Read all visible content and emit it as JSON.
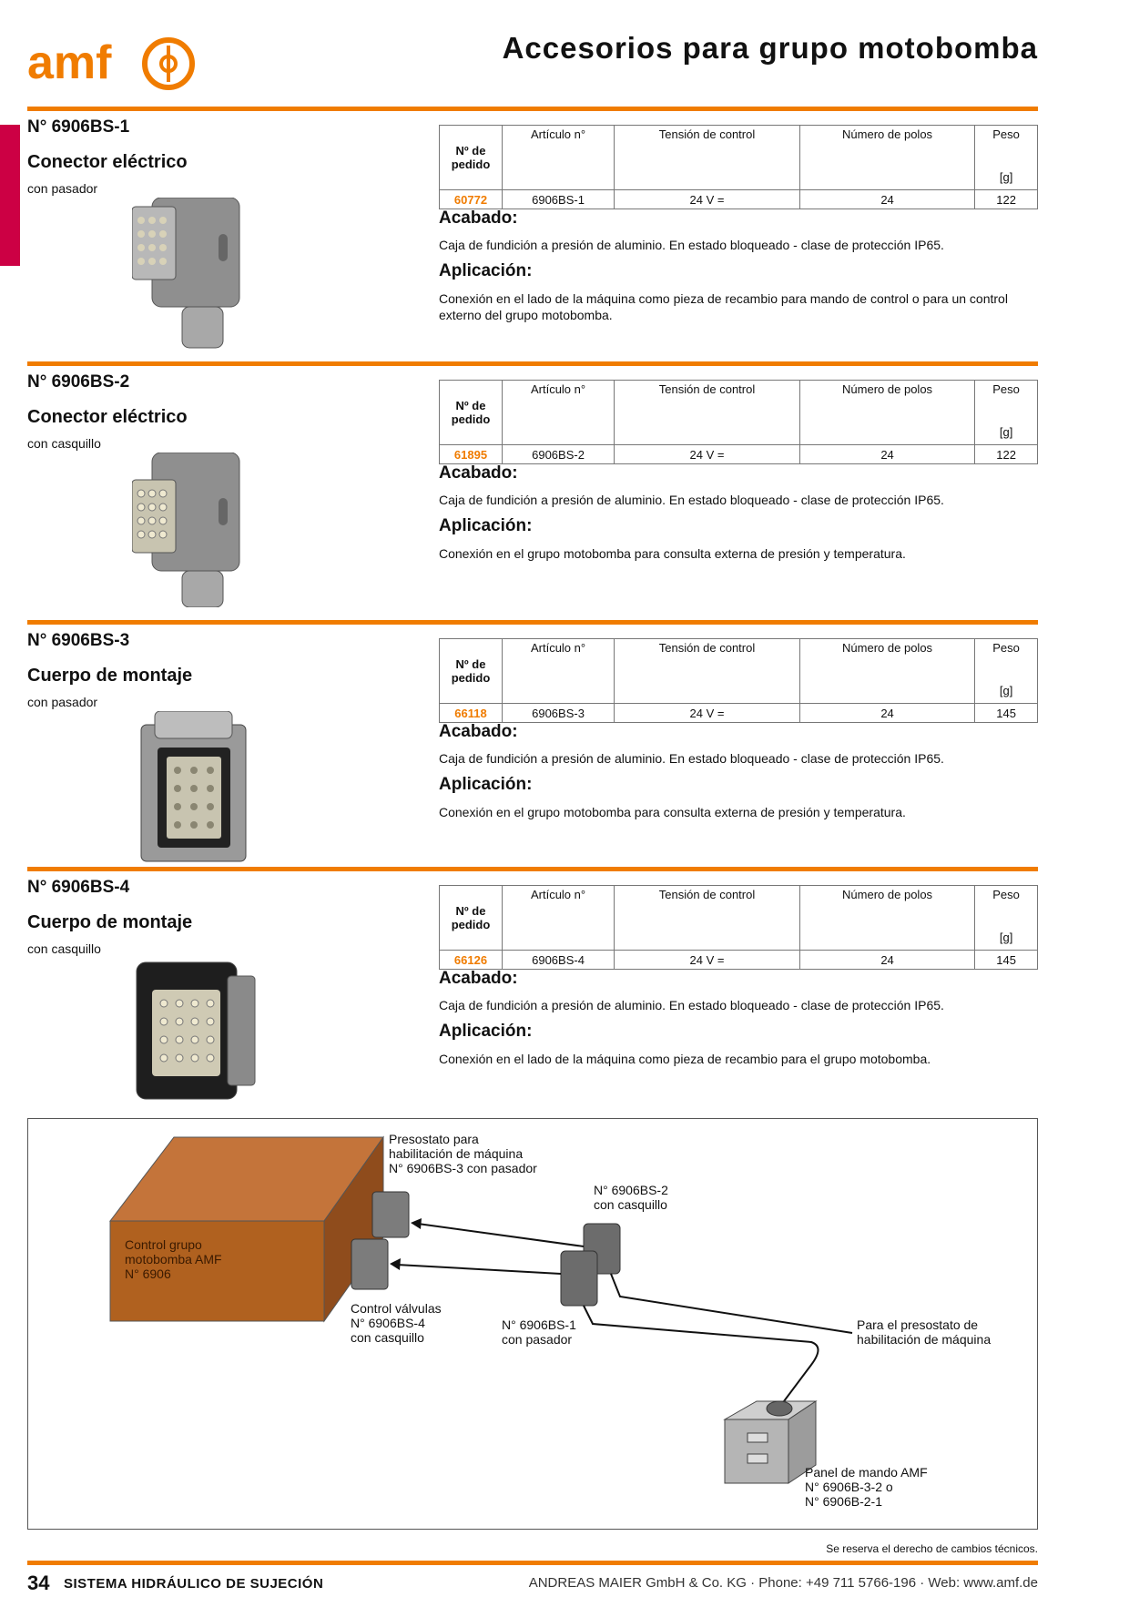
{
  "header": {
    "logo_text": "amf",
    "title": "Accesorios para grupo motobomba"
  },
  "table_headers": {
    "order": "Nº de pedido",
    "article": "Artículo n°",
    "voltage": "Tensión de control",
    "poles": "Número de polos",
    "weight": "Peso",
    "weight_unit": "[g]"
  },
  "labels": {
    "acabado": "Acabado:",
    "aplicacion": "Aplicación:"
  },
  "sections": [
    {
      "number": "N° 6906BS-1",
      "title": "Conector eléctrico",
      "subtitle": "con pasador",
      "row": {
        "order": "60772",
        "article": "6906BS-1",
        "voltage": "24 V =",
        "poles": "24",
        "weight": "122"
      },
      "acabado": "Caja de fundición a presión de aluminio. En estado bloqueado - clase de protección IP65.",
      "aplicacion": "Conexión en el lado de la máquina como pieza de recambio para mando de control o para un control externo del grupo motobomba."
    },
    {
      "number": "N° 6906BS-2",
      "title": "Conector eléctrico",
      "subtitle": "con casquillo",
      "row": {
        "order": "61895",
        "article": "6906BS-2",
        "voltage": "24 V =",
        "poles": "24",
        "weight": "122"
      },
      "acabado": "Caja de fundición a presión de aluminio. En estado bloqueado - clase de protección IP65.",
      "aplicacion": "Conexión en el grupo motobomba para consulta externa de presión y temperatura."
    },
    {
      "number": "N° 6906BS-3",
      "title": "Cuerpo de montaje",
      "subtitle": "con pasador",
      "row": {
        "order": "66118",
        "article": "6906BS-3",
        "voltage": "24 V =",
        "poles": "24",
        "weight": "145"
      },
      "acabado": "Caja de fundición a presión de aluminio. En estado bloqueado - clase de protección IP65.",
      "aplicacion": "Conexión en el grupo motobomba para consulta externa de presión y temperatura."
    },
    {
      "number": "N° 6906BS-4",
      "title": "Cuerpo de montaje",
      "subtitle": "con casquillo",
      "row": {
        "order": "66126",
        "article": "6906BS-4",
        "voltage": "24 V =",
        "poles": "24",
        "weight": "145"
      },
      "acabado": "Caja de fundición a presión de aluminio. En estado bloqueado - clase de protección IP65.",
      "aplicacion": "Conexión en el lado de la máquina como pieza de recambio para el grupo motobomba."
    }
  ],
  "diagram": {
    "presostato": [
      "Presostato para",
      "habilitación de máquina",
      "N° 6906BS-3 con pasador"
    ],
    "bs2": [
      "N° 6906BS-2",
      "con casquillo"
    ],
    "control_grupo": [
      "Control grupo",
      "motobomba AMF",
      "N° 6906"
    ],
    "control_valvulas": [
      "Control válvulas",
      "N° 6906BS-4",
      "con casquillo"
    ],
    "bs1": [
      "N° 6906BS-1",
      "con pasador"
    ],
    "para_presostato": [
      "Para el presostato de",
      "habilitación de máquina"
    ],
    "panel": [
      "Panel de mando AMF",
      "N° 6906B-3-2 o",
      "N° 6906B-2-1"
    ]
  },
  "footer": {
    "note": "Se reserva el derecho de cambios técnicos.",
    "page_number": "34",
    "section_name": "SISTEMA HIDRÁULICO DE SUJECIÓN",
    "company": "ANDREAS MAIER GmbH & Co. KG · Phone: +49 711 5766-196 · Web: www.amf.de"
  },
  "colors": {
    "accent": "#f07c00",
    "side_tab": "#cc0044",
    "housing": "#b0611f"
  }
}
